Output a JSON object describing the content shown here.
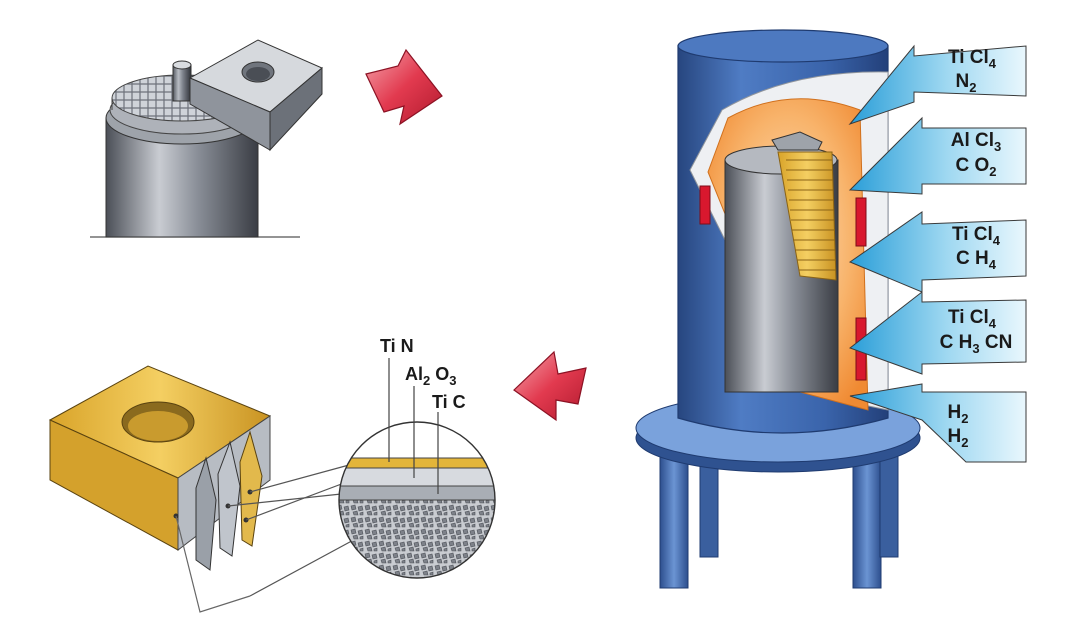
{
  "gas_inputs": [
    {
      "line1": "Ti Cl",
      "line1_sub": "4",
      "line2": "N",
      "line2_sub": "2"
    },
    {
      "line1": "Al Cl",
      "line1_sub": "3",
      "line2": "C O",
      "line2_sub": "2"
    },
    {
      "line1": "Ti Cl",
      "line1_sub": "4",
      "line2": "C H",
      "line2_sub": "4"
    },
    {
      "line1": "Ti Cl",
      "line1_sub": "4",
      "line2": "C H",
      "line2_sub": "3",
      "line2_tail": " CN"
    },
    {
      "line1": "H",
      "line1_sub": "2",
      "line2": "H",
      "line2_sub": "2"
    }
  ],
  "coating_layers": {
    "tin": {
      "text": "Ti N"
    },
    "al2o3": {
      "a": "Al",
      "a_sub": "2",
      "b": " O",
      "b_sub": "3"
    },
    "tic": {
      "text": "Ti C"
    }
  },
  "colors": {
    "reactor_blue": "#3b67ad",
    "chamber_orange": "#f6a24e",
    "heater_red": "#d8182e",
    "gas_arrow": "#35a7de",
    "flow_arrow": "#e0334a",
    "tin_gold": "#e3b53a"
  }
}
